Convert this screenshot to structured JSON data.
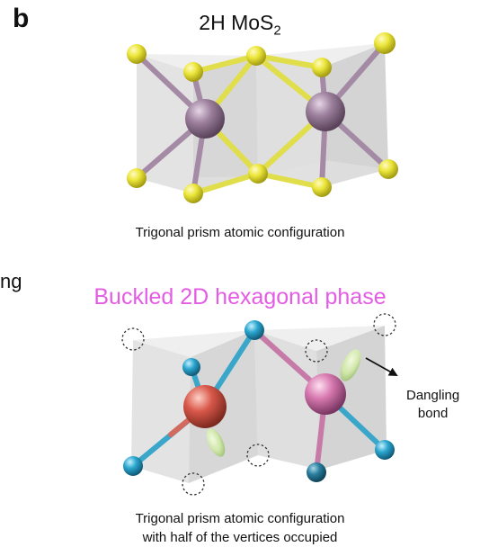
{
  "panel_label": "b",
  "partial_label": "ng",
  "top": {
    "title_main": "2H MoS",
    "title_sub": "2",
    "caption": "Trigonal prism atomic configuration"
  },
  "bottom": {
    "title": "Buckled 2D  hexagonal phase",
    "dangling_line1": "Dangling",
    "dangling_line2": "bond",
    "caption_line1": "Trigonal prism atomic configuration",
    "caption_line2": "with half of the vertices occupied"
  },
  "colors": {
    "sulfur": "#e8e640",
    "molybdenum": "#9c7f9c",
    "cyan_atom": "#2aa7cf",
    "red_atom": "#d8584a",
    "pink_atom": "#d779b0",
    "orbital": "#cfe6a8",
    "title_accent": "#e45ce4"
  }
}
